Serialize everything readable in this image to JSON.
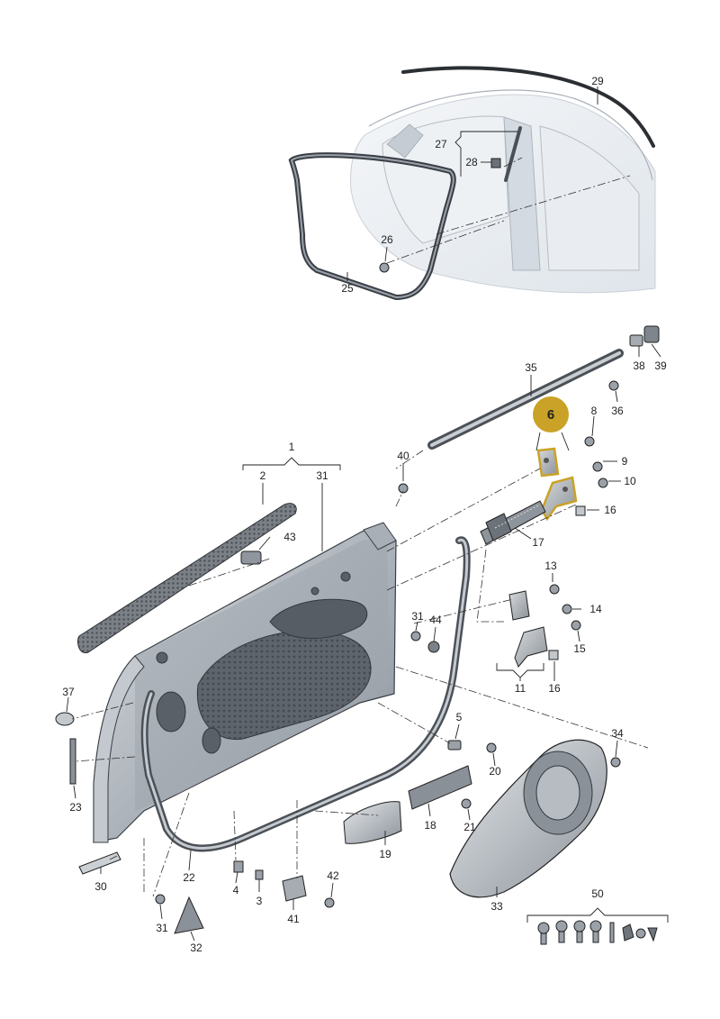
{
  "diagram": {
    "highlight": {
      "label": "6",
      "color": "#c9a227"
    },
    "colors": {
      "part_fill": "#b9bec5",
      "part_dark": "#7c838c",
      "part_light": "#dde0e4",
      "body_shade": "#e3e8ee"
    },
    "callouts": [
      {
        "id": "29",
        "label": "29"
      },
      {
        "id": "27",
        "label": "27"
      },
      {
        "id": "28",
        "label": "28"
      },
      {
        "id": "26",
        "label": "26"
      },
      {
        "id": "25",
        "label": "25"
      },
      {
        "id": "35",
        "label": "35"
      },
      {
        "id": "38",
        "label": "38"
      },
      {
        "id": "39",
        "label": "39"
      },
      {
        "id": "36",
        "label": "36"
      },
      {
        "id": "8",
        "label": "8"
      },
      {
        "id": "9",
        "label": "9"
      },
      {
        "id": "10",
        "label": "10"
      },
      {
        "id": "16a",
        "label": "16"
      },
      {
        "id": "1",
        "label": "1"
      },
      {
        "id": "2",
        "label": "2"
      },
      {
        "id": "31a",
        "label": "31"
      },
      {
        "id": "40",
        "label": "40"
      },
      {
        "id": "43",
        "label": "43"
      },
      {
        "id": "17",
        "label": "17"
      },
      {
        "id": "13",
        "label": "13"
      },
      {
        "id": "14",
        "label": "14"
      },
      {
        "id": "15",
        "label": "15"
      },
      {
        "id": "11",
        "label": "11"
      },
      {
        "id": "16b",
        "label": "16"
      },
      {
        "id": "31b",
        "label": "31"
      },
      {
        "id": "44",
        "label": "44"
      },
      {
        "id": "37",
        "label": "37"
      },
      {
        "id": "5",
        "label": "5"
      },
      {
        "id": "34",
        "label": "34"
      },
      {
        "id": "20",
        "label": "20"
      },
      {
        "id": "23",
        "label": "23"
      },
      {
        "id": "18",
        "label": "18"
      },
      {
        "id": "21",
        "label": "21"
      },
      {
        "id": "19",
        "label": "19"
      },
      {
        "id": "22",
        "label": "22"
      },
      {
        "id": "30",
        "label": "30"
      },
      {
        "id": "4",
        "label": "4"
      },
      {
        "id": "3",
        "label": "3"
      },
      {
        "id": "42",
        "label": "42"
      },
      {
        "id": "41",
        "label": "41"
      },
      {
        "id": "31c",
        "label": "31"
      },
      {
        "id": "32",
        "label": "32"
      },
      {
        "id": "33",
        "label": "33"
      },
      {
        "id": "50",
        "label": "50"
      }
    ]
  }
}
